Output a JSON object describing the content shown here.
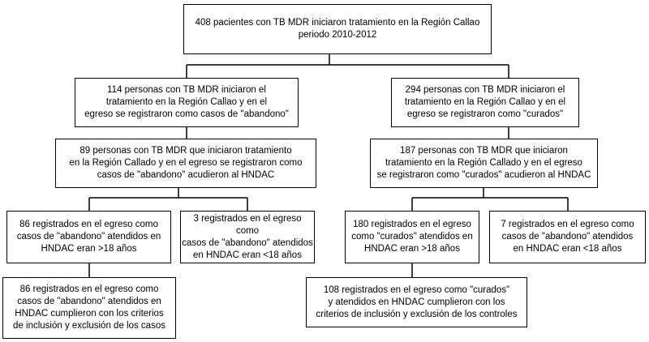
{
  "boxes": {
    "total": "408 pacientes con TB MDR iniciaron tratamiento en la Región Callao\nperiodo 2010-2012",
    "abandono_total": "114 personas con TB MDR iniciaron el\ntratamiento en la Región Callao y en el\negreso se registraron como casos de \"abandono\"",
    "curados_total": "294 personas con TB MDR iniciaron el\ntratamiento en la Región Callao y en el\negreso se registraron como \"curados\"",
    "abandono_hndac": "89 personas con TB MDR que iniciaron tratamiento\nen la Región Callado y en el egreso se registraron como\ncasos de \"abandono\" acudieron al HNDAC",
    "curados_hndac": "187 personas con TB MDR que iniciaron\ntratamiento en la Región Callado y en el egreso\nse registraron como \"curados\" acudieron al HNDAC",
    "abandono_mayores": "86 registrados en el egreso como\ncasos de \"abandono\" atendidos en\nHNDAC eran >18 años",
    "abandono_menores": "3 registrados en el egreso como\ncasos de \"abandono\" atendidos\nen HNDAC eran <18 años",
    "curados_mayores": "180 registrados en el egreso\ncomo \"curados\" atendidos en\nHNDAC eran >18 años",
    "curados_menores": "7  registrados en el egreso como\ncasos de \"abandono\" atendidos\nen HNDAC eran <18 años",
    "casos_final": "86 registrados en el egreso como\ncasos de \"abandono\" atendidos en\nHNDAC cumplieron con los criterios\nde inclusión y exclusión de los casos",
    "controles_final": "108 registrados en el egreso como \"curados\"\ny atendidos en HNDAC cumplieron con los\ncriterios de inclusión y exclusión de los controles"
  }
}
